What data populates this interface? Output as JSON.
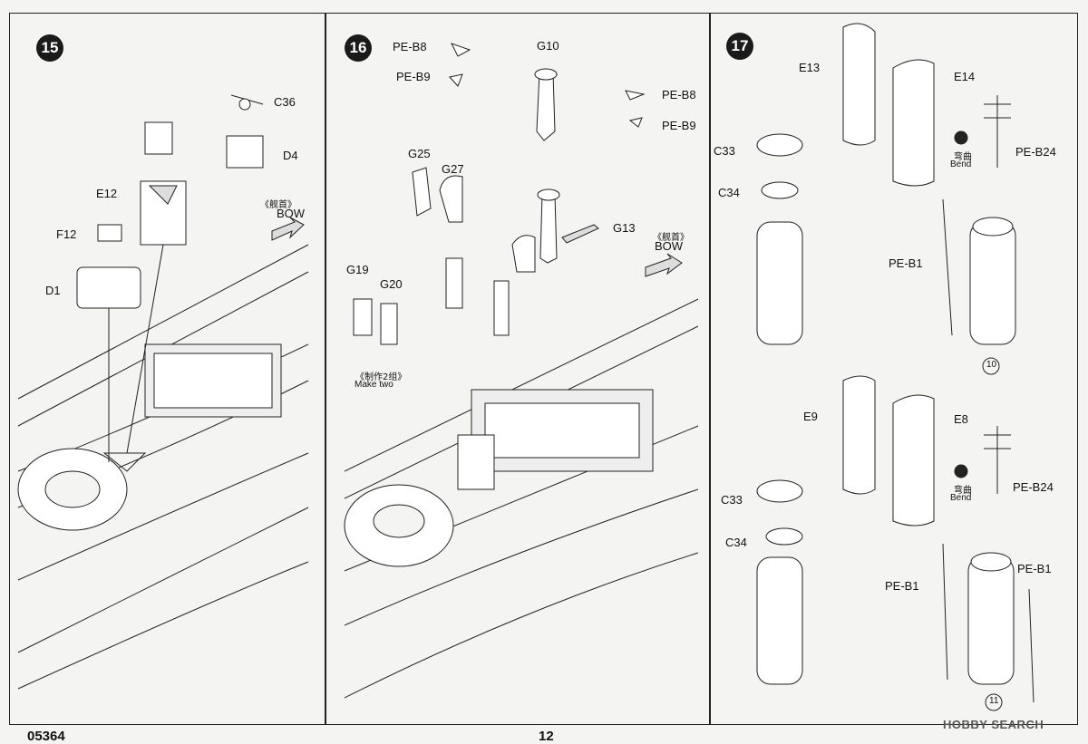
{
  "footer": {
    "code": "05364",
    "page": "12"
  },
  "watermark": "HOBBY SEARCH",
  "step15": {
    "number": "15",
    "labels": {
      "c36": "C36",
      "d4": "D4",
      "e12": "E12",
      "f12": "F12",
      "d1": "D1"
    },
    "bow_cn": "《舰首》",
    "bow_en": "BOW"
  },
  "step16": {
    "number": "16",
    "labels": {
      "peb8a": "PE-B8",
      "peb9a": "PE-B9",
      "g10": "G10",
      "peb8b": "PE-B8",
      "peb9b": "PE-B9",
      "g25": "G25",
      "g27": "G27",
      "g13": "G13",
      "g19": "G19",
      "g20": "G20"
    },
    "make_two_cn": "《制作2组》",
    "make_two_en": "Make two",
    "bow_cn": "《舰首》",
    "bow_en": "BOW"
  },
  "step17": {
    "number": "17",
    "labels": {
      "e13": "E13",
      "e14": "E14",
      "c33a": "C33",
      "c34a": "C34",
      "peb24a": "PE-B24",
      "peb1a": "PE-B1",
      "e9": "E9",
      "e8": "E8",
      "c33b": "C33",
      "c34b": "C34",
      "peb24b": "PE-B24",
      "peb1b": "PE-B1",
      "peb1c": "PE-B1"
    },
    "bend_cn": "弯曲",
    "bend_en": "Bend",
    "ref_a": "10",
    "ref_b": "11"
  }
}
